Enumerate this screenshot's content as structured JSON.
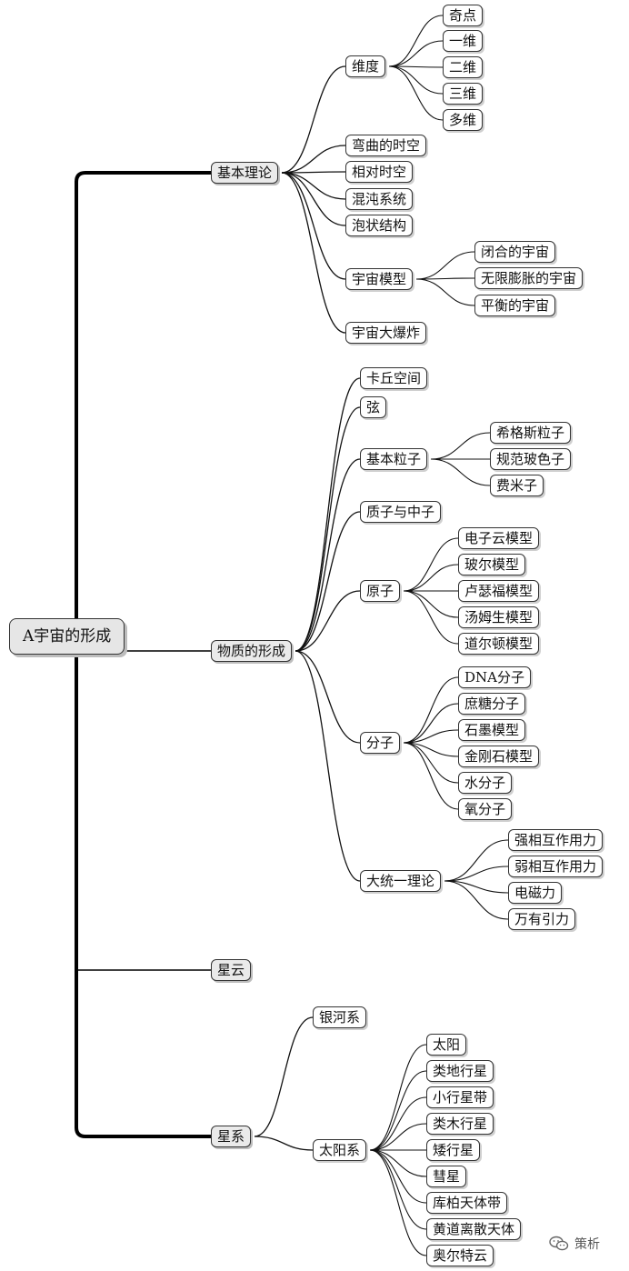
{
  "root": {
    "label": "A宇宙的形成",
    "children": [
      {
        "label": "基本理论",
        "children": [
          {
            "label": "维度",
            "children": [
              {
                "label": "奇点"
              },
              {
                "label": "一维"
              },
              {
                "label": "二维"
              },
              {
                "label": "三维"
              },
              {
                "label": "多维"
              }
            ]
          },
          {
            "label": "弯曲的时空"
          },
          {
            "label": "相对时空"
          },
          {
            "label": "混沌系统"
          },
          {
            "label": "泡状结构"
          },
          {
            "label": "宇宙模型",
            "children": [
              {
                "label": "闭合的宇宙"
              },
              {
                "label": "无限膨胀的宇宙"
              },
              {
                "label": "平衡的宇宙"
              }
            ]
          },
          {
            "label": "宇宙大爆炸"
          }
        ]
      },
      {
        "label": "物质的形成",
        "children": [
          {
            "label": "卡丘空间"
          },
          {
            "label": "弦"
          },
          {
            "label": "基本粒子",
            "children": [
              {
                "label": "希格斯粒子"
              },
              {
                "label": "规范玻色子"
              },
              {
                "label": "费米子"
              }
            ]
          },
          {
            "label": "质子与中子"
          },
          {
            "label": "原子",
            "children": [
              {
                "label": "电子云模型"
              },
              {
                "label": "玻尔模型"
              },
              {
                "label": "卢瑟福模型"
              },
              {
                "label": "汤姆生模型"
              },
              {
                "label": "道尔顿模型"
              }
            ]
          },
          {
            "label": "分子",
            "children": [
              {
                "label": "DNA分子"
              },
              {
                "label": "庶糖分子"
              },
              {
                "label": "石墨模型"
              },
              {
                "label": "金刚石模型"
              },
              {
                "label": "水分子"
              },
              {
                "label": "氧分子"
              }
            ]
          },
          {
            "label": "大统一理论",
            "children": [
              {
                "label": "强相互作用力"
              },
              {
                "label": "弱相互作用力"
              },
              {
                "label": "电磁力"
              },
              {
                "label": "万有引力"
              }
            ]
          }
        ]
      },
      {
        "label": "星云"
      },
      {
        "label": "星系",
        "children": [
          {
            "label": "银河系"
          },
          {
            "label": "太阳系",
            "children": [
              {
                "label": "太阳"
              },
              {
                "label": "类地行星"
              },
              {
                "label": "小行星带"
              },
              {
                "label": "类木行星"
              },
              {
                "label": "矮行星"
              },
              {
                "label": "彗星"
              },
              {
                "label": "库柏天体带"
              },
              {
                "label": "黄道离散天体"
              },
              {
                "label": "奥尔特云"
              }
            ]
          }
        ]
      }
    ]
  },
  "watermark": {
    "text": "策析",
    "icon": "wechat-icon"
  }
}
